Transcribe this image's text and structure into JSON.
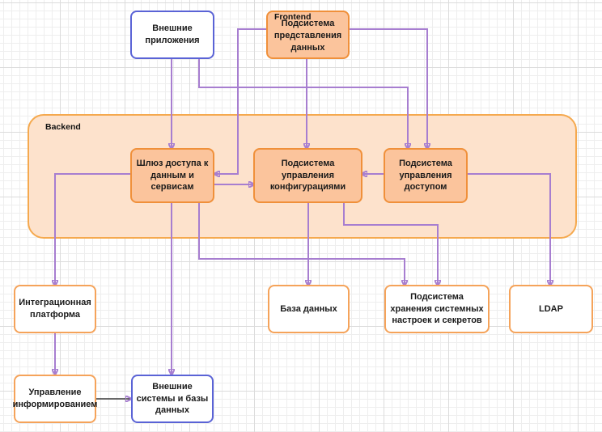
{
  "frontend_label": "Frontend",
  "backend_label": "Backend",
  "nodes": {
    "ext_apps": "Внешние приложения",
    "presentation": "Подсистема представления данных",
    "gateway": "Шлюз доступа к данным и сервисам",
    "config": "Подсистема управления конфигурациями",
    "access": "Подсистема управления доступом",
    "integration": "Интеграционная платформа",
    "database": "База данных",
    "storage": "Подсистема хранения системных настроек и секретов",
    "ldap": "LDAP",
    "notify": "Управление информированием",
    "ext_systems": "Внешние системы и базы данных"
  },
  "colors": {
    "connector": "#a77ed0",
    "component_fill": "#fbc49c",
    "component_border": "#f0903a",
    "backend_fill": "#fde2cc",
    "external_border": "#5a63d6"
  }
}
